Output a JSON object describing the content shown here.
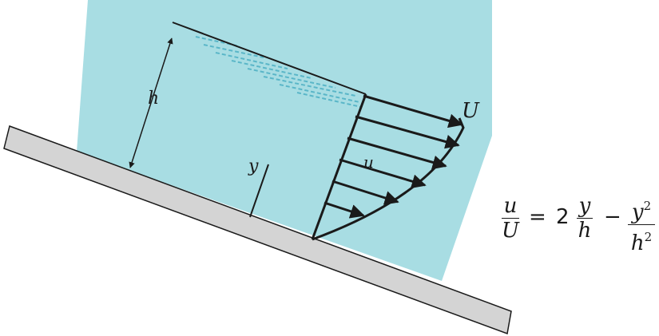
{
  "labels": {
    "h": "h",
    "U": "U",
    "y": "y",
    "u": "u"
  },
  "equation": {
    "lhs_num": "u",
    "lhs_den": "U",
    "equals": "=",
    "coef": "2",
    "t1_num": "y",
    "t1_den": "h",
    "minus": "−",
    "t2_num": "y",
    "t2_den": "h",
    "exp": "2"
  },
  "colors": {
    "water": "#a8dde3",
    "water_edge": "#8fcdd4",
    "ripple": "#5ab6c8",
    "incline": "#d4d4d4",
    "ink": "#1a1a1a"
  }
}
